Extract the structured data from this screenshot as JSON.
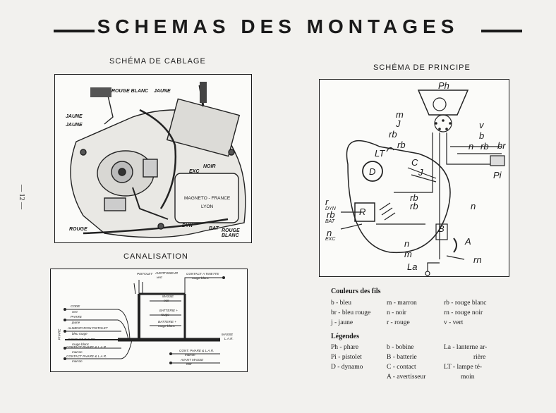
{
  "title": "SCHEMAS DES MONTAGES",
  "page_number": "— 12 —",
  "sections": {
    "wiring": "SCHÉMA DE CABLAGE",
    "principle": "SCHÉMA DE PRINCIPE",
    "canalisation": "CANALISATION"
  },
  "wiring_labels": {
    "rouge_blanc": "ROUGE BLANC",
    "jaune_top": "JAUNE",
    "jaune1": "JAUNE",
    "jaune2": "JAUNE",
    "exc": "EXC",
    "noir": "NOIR",
    "magneto_line1": "MAGNETO - FRANCE",
    "magneto_line2": "LYON",
    "rouge": "ROUGE",
    "dyn": "DYN",
    "bat": "BAT",
    "rouge_blanc2": "ROUGE BLANC"
  },
  "canal_labels": {
    "pistolet": "PISTOLET",
    "avertisseur": "AVERTISSEUR",
    "avertisseur_sub": "vert",
    "contact_tinette": "CONTACT A TINETTE",
    "contact_tinette_sub": "rouge blanc",
    "masse": "MASSE",
    "masse_sub": "noir",
    "batterie_1": "BATTERIE +",
    "batterie_1_sub": "rouge",
    "batterie_2": "BATTERIE +",
    "batterie_2_sub": "rouge blanc",
    "code": "CODE",
    "code_sub": "vert",
    "phare": "PHARE",
    "phare_sub": "jaune",
    "alim_pistolet": "ALIMENTATION PISTOLET",
    "alim_pistolet_sub": "bleu rouge",
    "contact_phare": "CONTACT PHARE",
    "contact_phare_sub": "rouge blanc",
    "contact_lar": "CONTACT PHARE & L.A.R.",
    "contact_lar_sub": "marron",
    "contact_lar2": "CONTACT PHARE & L.A.R.",
    "contact_lar2_sub": "marron",
    "lar_top": "MASSE",
    "lar_top_sub": "L.A.R.",
    "contact_lar3": "CONT. PHARE & L.A.R.",
    "contact_lar3_sub": "marron",
    "avant_masse": "AVANT MASSE",
    "avant_masse_sub": "noir",
    "phare_side": "PHARE"
  },
  "principle_labels": {
    "Ph": "Ph",
    "m1": "m",
    "J1": "J",
    "rb1": "rb",
    "rb2": "rb",
    "v": "v",
    "b": "b",
    "n1": "n",
    "rb3": "rb",
    "br": "br",
    "Pi": "Pi",
    "LT": "LT",
    "C": "C",
    "J2": "J",
    "D": "D",
    "r": "r",
    "dyn": "DYN",
    "rb4": "rb",
    "bat": "BAT",
    "n2": "n",
    "exc": "EXC",
    "R": "R",
    "rb5": "rb",
    "rb6": "rb",
    "n3": "n",
    "B": "B",
    "n4": "n",
    "A": "A",
    "m2": "m",
    "rn": "rn",
    "La": "La"
  },
  "legend": {
    "colors_title": "Couleurs des fils",
    "colors": [
      [
        "b - bleu",
        "m - marron",
        "rb - rouge blanc"
      ],
      [
        "br - bleu rouge",
        "n - noir",
        "rn - rouge noir"
      ],
      [
        "j - jaune",
        "r - rouge",
        "v - vert"
      ]
    ],
    "legend_title": "Légendes",
    "col1": [
      "Ph - phare",
      "Pi - pistolet",
      "D - dynamo"
    ],
    "col2": [
      "b - bobine",
      "B - batterie",
      "C - contact",
      "A - avertisseur"
    ],
    "col3": [
      "La - lanterne ar-",
      "rière",
      "LT - lampe té-",
      "moin"
    ]
  }
}
